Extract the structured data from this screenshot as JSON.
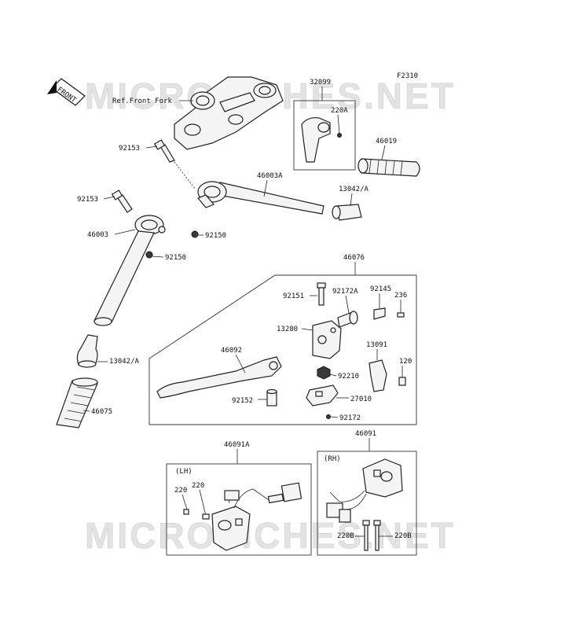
{
  "diagram": {
    "code": "F2310",
    "watermark": "MICROFICHES.NET",
    "front_arrow": "FRONT",
    "ref_label": "Ref.Front Fork",
    "box_lh": "(LH)",
    "box_rh": "(RH)",
    "parts": {
      "p32099": "32099",
      "p220A": "220A",
      "p46019": "46019",
      "p92153a": "92153",
      "p46003A": "46003A",
      "p13042a": "13042/A",
      "p92153b": "92153",
      "p46003": "46003",
      "p92150a": "92150",
      "p92150b": "92150",
      "p46076": "46076",
      "p92151": "92151",
      "p92172A": "92172A",
      "p92145": "92145",
      "p236": "236",
      "p13280": "13280",
      "p46092": "46092",
      "p13091": "13091",
      "p120": "120",
      "p92210": "92210",
      "p27010": "27010",
      "p92152": "92152",
      "p92172": "92172",
      "p13042b": "13042/A",
      "p46075": "46075",
      "p46091A": "46091A",
      "p46091": "46091",
      "p220a": "220",
      "p220b": "220",
      "p220Ba": "220B",
      "p220Bb": "220B"
    }
  }
}
